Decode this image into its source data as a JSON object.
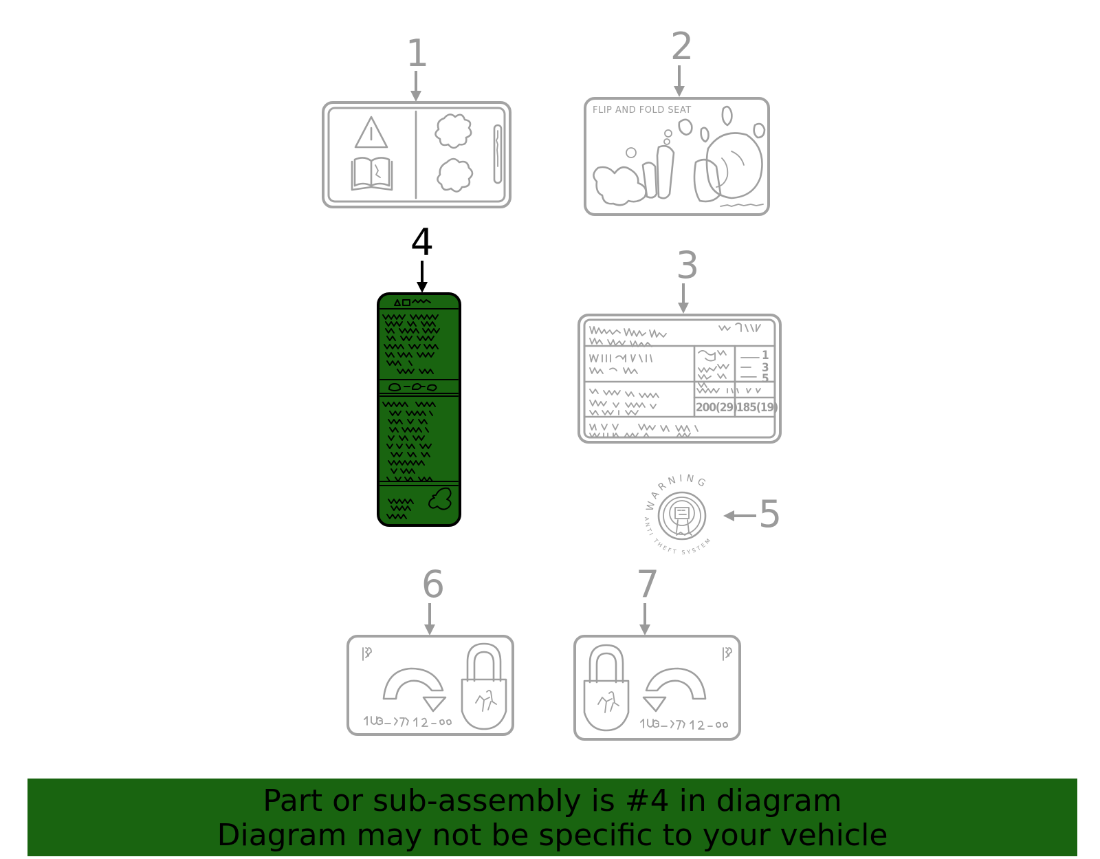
{
  "diagram": {
    "callouts": [
      "1",
      "2",
      "3",
      "4",
      "5",
      "6",
      "7"
    ],
    "selected_callout": "4",
    "flip_label_title": "FLIP AND FOLD SEAT",
    "tire_values": [
      "200(29)",
      "185(19)"
    ],
    "tire_row_numbers": [
      "1",
      "3",
      "5"
    ],
    "anti_theft_top": "WARNING",
    "anti_theft_bottom": "ANTI THEFT SYSTEM",
    "colors": {
      "highlight": "#196410",
      "line_gray": "#a3a3a3",
      "selected_outline": "#000000"
    }
  },
  "banner": {
    "line1": "Part or sub-assembly is #4 in diagram",
    "line2": "Diagram may not be specific to your vehicle"
  }
}
